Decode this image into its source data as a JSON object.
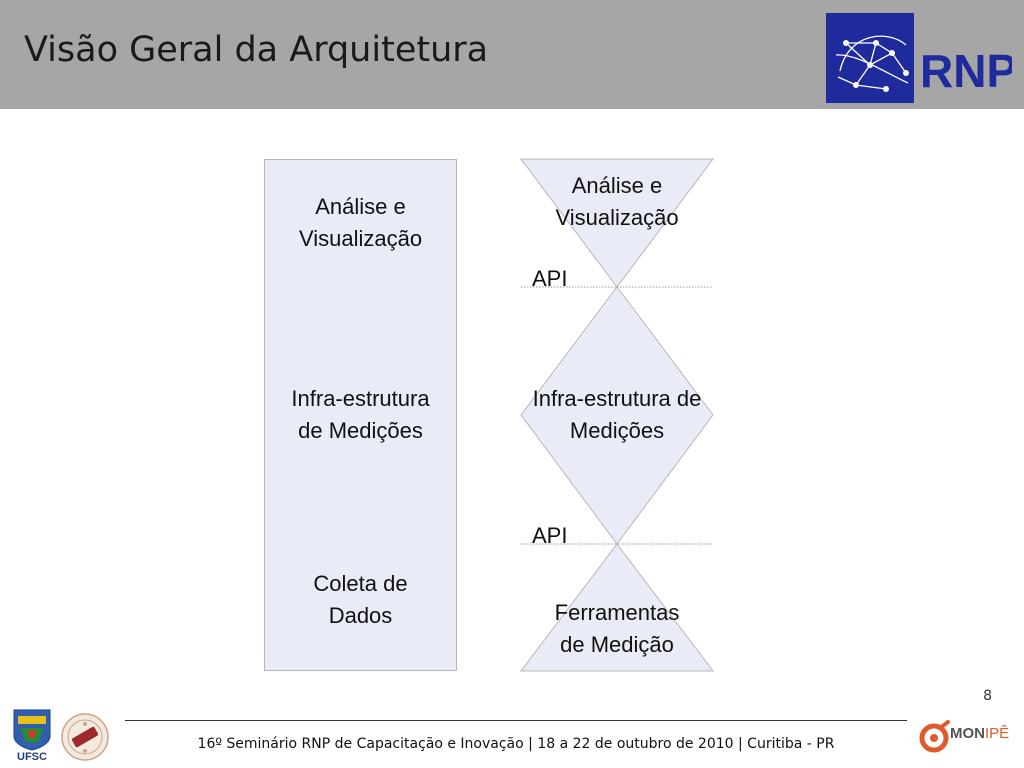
{
  "slide": {
    "title": "Visão Geral da Arquitetura",
    "page_number": "8"
  },
  "left_box": {
    "top_label": "Análise e\nVisualização",
    "middle_label": "Infra-estrutura\nde Medições",
    "bottom_label": "Coleta de\nDados"
  },
  "right_diagram": {
    "top_label": "Análise e\nVisualização",
    "api_upper": "API",
    "middle_label": "Infra-estrutura de\nMedições",
    "api_lower": "API",
    "bottom_label": "Ferramentas\nde Medição"
  },
  "footer": {
    "text": "16º Seminário RNP de Capacitação e Inovação   |   18 a 22 de outubro de 2010   |   Curitiba - PR"
  },
  "logos": {
    "rnp": "RNP",
    "ufsc": "UFSC",
    "monipe_prefix": "MON",
    "monipe_suffix": "IPÊ"
  },
  "colors": {
    "header": "#a6a6a6",
    "shape_fill": "#e9ecf6",
    "shape_stroke": "#b7b7b7",
    "rnp_blue": "#1f2a9c",
    "monipe_orange": "#e05a2b"
  }
}
